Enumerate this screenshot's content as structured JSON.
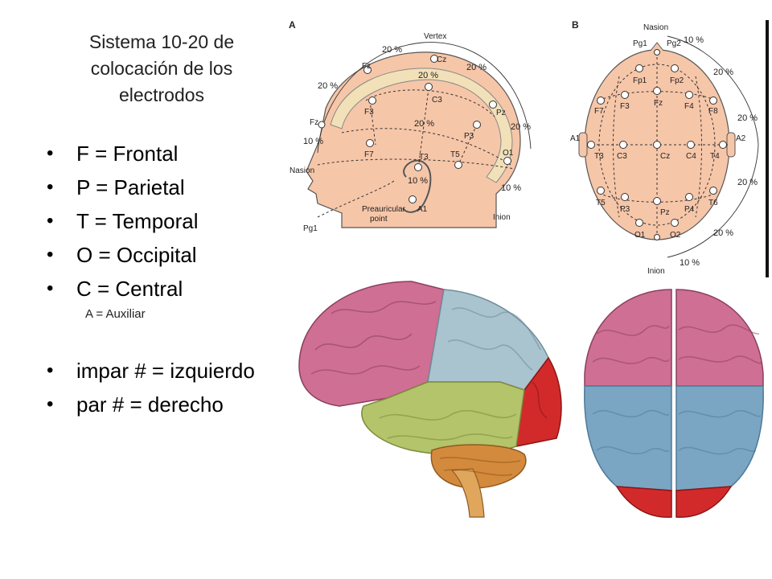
{
  "title": "Sistema 10-20 de colocación de los electrodos",
  "legend": [
    "F = Frontal",
    "P = Parietal",
    "T = Temporal",
    "O = Occipital",
    "C = Central"
  ],
  "auxiliar_note": "A = Auxiliar",
  "parity": [
    "impar # = izquierdo",
    "par # = derecho"
  ],
  "diagram_a": {
    "panel_label": "A",
    "vertex": "Vertex",
    "nasion": "Nasion",
    "inion": "Inion",
    "preauricular_line1": "Preauricular",
    "preauricular_line2": "point",
    "pct_20": "20 %",
    "pct_10": "10 %",
    "electrodes": {
      "fz": "Fz",
      "f3": "F3",
      "f7": "F7",
      "cz": "Cz",
      "c3": "C3",
      "pz": "Pz",
      "p3": "P3",
      "t3": "T3",
      "t5": "T5",
      "o1": "O1",
      "a1": "A1",
      "pg1": "Pg1"
    }
  },
  "diagram_b": {
    "panel_label": "B",
    "nasion": "Nasion",
    "inion": "Inion",
    "pct_20": "20 %",
    "pct_10": "10 %",
    "electrodes": {
      "pg1": "Pg1",
      "pg2": "Pg2",
      "fp1": "Fp1",
      "fp2": "Fp2",
      "f7": "F7",
      "f3": "F3",
      "fz": "Fz",
      "f4": "F4",
      "f8": "F8",
      "a1": "A1",
      "t3": "T3",
      "c3": "C3",
      "cz": "Cz",
      "c4": "C4",
      "t4": "T4",
      "a2": "A2",
      "t5": "T5",
      "p3": "P3",
      "pz": "Pz",
      "p4": "P4",
      "t6": "T6",
      "o1": "O1",
      "o2": "O2"
    }
  },
  "colors": {
    "skin": "#f6c6a8",
    "frontal_lobe": "#cf6f93",
    "parietal_lobe": "#a9c3cf",
    "temporal_lobe": "#b3c46a",
    "occipital_lobe": "#d22a2a",
    "cerebellum": "#d48a3c",
    "top_parietal": "#7aa6c4"
  }
}
